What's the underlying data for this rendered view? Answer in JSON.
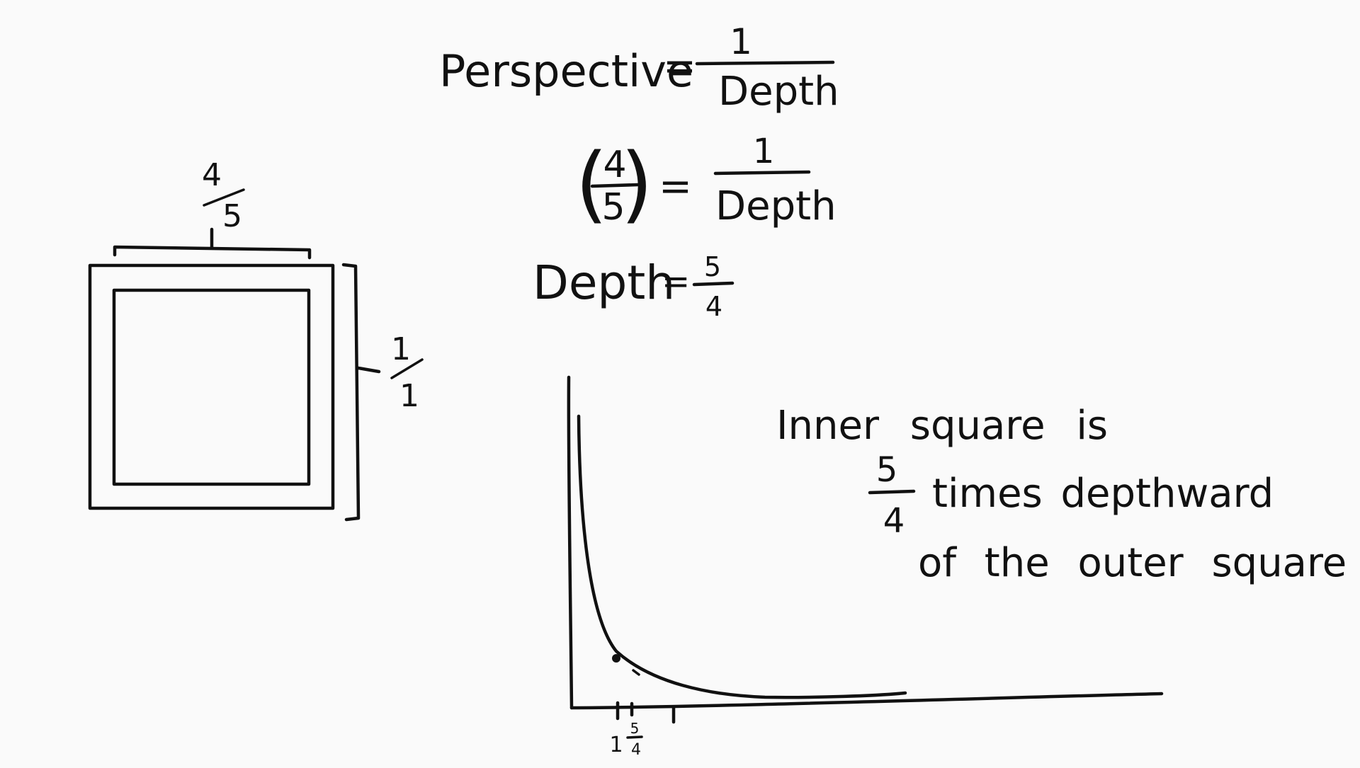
{
  "equations": {
    "line1": {
      "lhs": "Perspective",
      "eq": "=",
      "num": "1",
      "den": "Depth"
    },
    "line2": {
      "lhs_num": "4",
      "lhs_den": "5",
      "lparen": "(",
      "rparen": ")",
      "eq": "=",
      "num": "1",
      "den": "Depth"
    },
    "line3": {
      "lhs": "Depth",
      "eq": "=",
      "num": "5",
      "den": "4"
    }
  },
  "squares": {
    "top_label_num": "4",
    "top_label_den": "5",
    "side_label_num": "1",
    "side_label_den": "1"
  },
  "graph": {
    "tick_label_1": "1",
    "tick_label_num": "5",
    "tick_label_den": "4"
  },
  "caption": {
    "line1": "Inner square is",
    "frac_num": "5",
    "frac_den": "4",
    "line2": "times depthward",
    "line3": "of the outer square"
  }
}
